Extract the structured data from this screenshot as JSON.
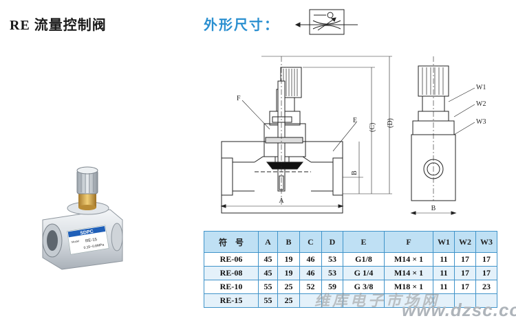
{
  "title": "RE 流量控制阀",
  "dims_label": "外形尺寸：",
  "product_label": {
    "brand": "SDPC",
    "model_line1": "Model",
    "model_line2": "RE-15",
    "pressure": "0.15~0.8MPa"
  },
  "front_view": {
    "F": "F",
    "E": "E",
    "C": "(C)",
    "D": "(D)",
    "B": "B",
    "A": "A"
  },
  "side_view": {
    "W1": "W1",
    "W2": "W2",
    "W3": "W3",
    "B": "B"
  },
  "table": {
    "headers": [
      "符　号",
      "A",
      "B",
      "C",
      "D",
      "E",
      "F",
      "W1",
      "W2",
      "W3"
    ],
    "rows": [
      [
        "RE-06",
        "45",
        "19",
        "46",
        "53",
        "G1/8",
        "M14 × 1",
        "11",
        "17",
        "17"
      ],
      [
        "RE-08",
        "45",
        "19",
        "46",
        "53",
        "G 1/4",
        "M14 × 1",
        "11",
        "17",
        "17"
      ],
      [
        "RE-10",
        "55",
        "25",
        "52",
        "59",
        "G 3/8",
        "M18 × 1",
        "11",
        "17",
        "23"
      ],
      [
        "RE-15",
        "55",
        "25",
        "",
        "",
        "",
        "",
        "",
        "",
        ""
      ]
    ]
  },
  "watermark": {
    "chinese": "维库电子市场网",
    "url": "www.dzsc.com"
  }
}
